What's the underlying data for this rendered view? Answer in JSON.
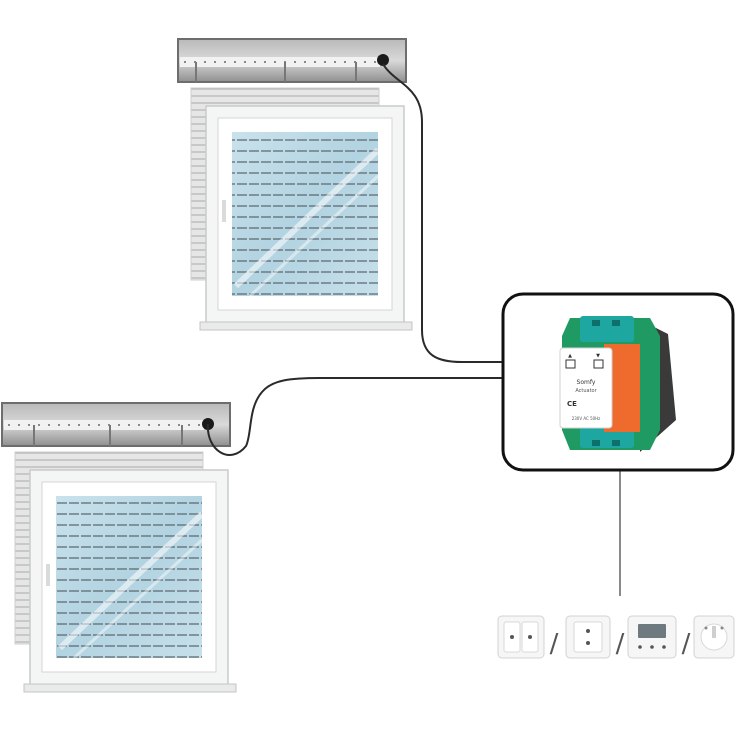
{
  "diagram": {
    "devices": {
      "actuator": {
        "label_line1": "Somfy",
        "label_line2": "Actuator",
        "label_line3": "230V AC 50Hz",
        "up_symbol": "▲",
        "down_symbol": "▼",
        "ce_mark": "CE"
      }
    },
    "switches": {
      "separator": "/",
      "items": [
        {
          "name": "double-rocker-switch-icon"
        },
        {
          "name": "single-button-switch-icon"
        },
        {
          "name": "digital-timer-switch-icon"
        },
        {
          "name": "rotary-switch-icon"
        }
      ]
    },
    "colors": {
      "wire": "#2a2a2a",
      "actuator_box_border": "#111111",
      "actuator_green": "#1f9a63",
      "actuator_teal": "#1ea6a0",
      "actuator_orange": "#ee6a2d",
      "actuator_dark": "#3a3a3a",
      "glass": "#bcd9e6",
      "frame": "#f3f4f4",
      "box": "#9a9a9a"
    }
  }
}
